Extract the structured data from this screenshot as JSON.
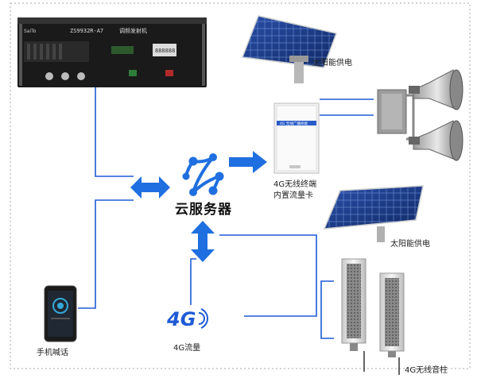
{
  "transmitter": {
    "brand": "SaiTo",
    "model": "ZS9932R-A7",
    "title": "调频发射机",
    "display": "888888"
  },
  "cloud": {
    "label": "云服务器"
  },
  "solar_top": {
    "label": "太阳能供电"
  },
  "terminal": {
    "label_line1": "4G无线终端",
    "label_line2": "内置流量卡",
    "box_text": "4G 无线广播终端"
  },
  "solar_bottom": {
    "label": "太阳能供电"
  },
  "speaker_column": {
    "label": "4G无线音柱"
  },
  "phone": {
    "label": "手机喊话"
  },
  "network": {
    "logo": "4G",
    "label": "4G流量"
  },
  "colors": {
    "line": "#1e5bd6",
    "arrow": "#1f6fe0",
    "frame": "#9a9a9a"
  }
}
